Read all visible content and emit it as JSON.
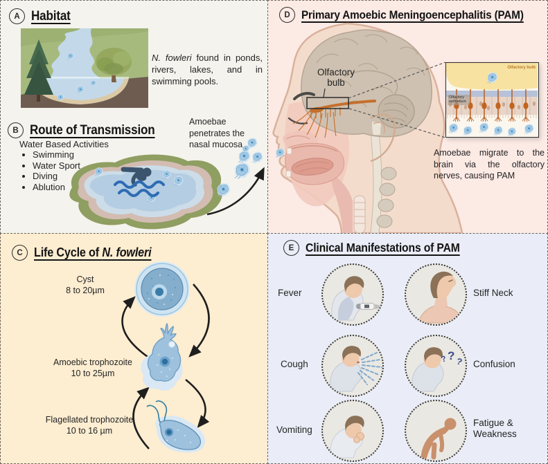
{
  "figure": {
    "panels": {
      "habitat": {
        "label": "A",
        "title": "Habitat",
        "caption_italic": "N. fowleri",
        "caption_rest": "found in ponds, rivers, lakes, and in swimming pools."
      },
      "transmission": {
        "label": "B",
        "title": "Route of Transmission",
        "activities_heading": "Water Based Activities",
        "activities": [
          "Swimming",
          "Water Sport",
          "Diving",
          "Ablution"
        ],
        "annotation": "Amoebae penetrates the nasal mucosa"
      },
      "lifecycle": {
        "label": "C",
        "title_prefix": "Life Cycle of",
        "title_italic": "N. fowleri",
        "stages": [
          {
            "name": "Cyst",
            "size": "8 to 20µm"
          },
          {
            "name": "Amoebic trophozoite",
            "size": "10 to 25µm"
          },
          {
            "name": "Flagellated trophozoite",
            "size": "10 to 16 µm"
          }
        ]
      },
      "pam": {
        "label": "D",
        "title": "Primary Amoebic Meningoencephalitis (PAM)",
        "olfactory_label_line1": "Olfactory",
        "olfactory_label_line2": "bulb",
        "inset_bulb_label": "Olfactory bulb",
        "inset_epithelium_label": "Olfactory epithelium",
        "caption": "Amoebae migrate to the brain via the olfactory nerves, causing PAM"
      },
      "clinical": {
        "label": "E",
        "title": "Clinical Manifestations of PAM",
        "symptoms": [
          {
            "name": "Fever"
          },
          {
            "name": "Stiff Neck"
          },
          {
            "name": "Cough"
          },
          {
            "name": "Confusion"
          },
          {
            "name": "Vomiting"
          },
          {
            "name": "Fatigue & Weakness"
          }
        ],
        "confusion_marks": [
          "?",
          "?",
          "?"
        ]
      }
    },
    "colors": {
      "panel_habitat_bg": "#f4f3ed",
      "panel_pam_bg": "#fceae5",
      "panel_lifecycle_bg": "#fdedd1",
      "panel_clinical_bg": "#eaedf7",
      "amoeba_blue": "#9ec2de",
      "amoeba_nucleus": "#2f6e9e",
      "nerve_orange": "#c56f2c",
      "arrow_black": "#1e1e1e",
      "pond_green": "#8f9e61",
      "water_blue": "#b4cde2",
      "skin": "#f4dccd",
      "brain": "#cec1b1",
      "bulb_yellow": "#f7e2a2",
      "symptom_circle_fill": "#eae8e3",
      "question_mark_navy": "#3b4a8c"
    }
  }
}
